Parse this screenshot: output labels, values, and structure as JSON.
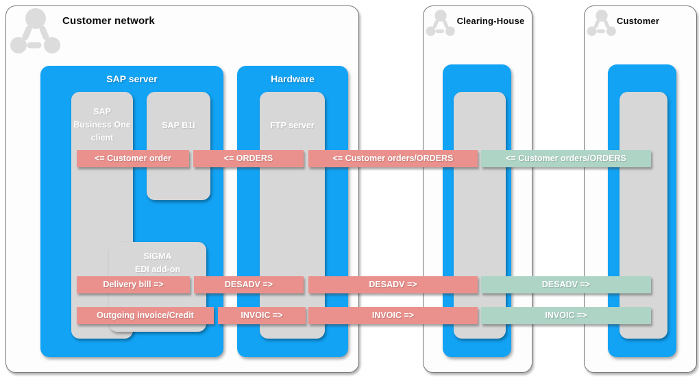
{
  "colors": {
    "blue": "#12a3f5",
    "red": "#ea918d",
    "green": "#aed4c6",
    "gray_box": "#d7d7d7",
    "icon_gray": "#dcdcdc"
  },
  "panels": {
    "customer_network": {
      "title": "Customer network"
    },
    "clearing_house": {
      "title": "Clearing-House"
    },
    "customer": {
      "title": "Customer"
    }
  },
  "groups": {
    "sap_server": {
      "title": "SAP server"
    },
    "hardware": {
      "title": "Hardware"
    }
  },
  "components": {
    "sbo_client": {
      "label": "SAP\nBusiness One\nclient"
    },
    "sap_b1i": {
      "label": "SAP B1i"
    },
    "ftp_server": {
      "label": "FTP server"
    },
    "sigma": {
      "label": "SIGMA\nEDI add-on"
    }
  },
  "flows": {
    "orders": {
      "customer_order": "<= Customer order",
      "orders": "<= ORDERS",
      "customer_orders_red": "<= Customer orders/ORDERS",
      "customer_orders_green": "<= Customer orders/ORDERS"
    },
    "desadv": {
      "delivery_bill": "Delivery bill =>",
      "desadv_inner": "DESADV =>",
      "desadv_outer": "DESADV =>",
      "desadv_green": "DESADV =>"
    },
    "invoic": {
      "outgoing_invoice": "Outgoing invoice/Credit",
      "invoic_inner": "INVOIC =>",
      "invoic_outer": "INVOIC =>",
      "invoic_green": "INVOIC =>"
    }
  }
}
